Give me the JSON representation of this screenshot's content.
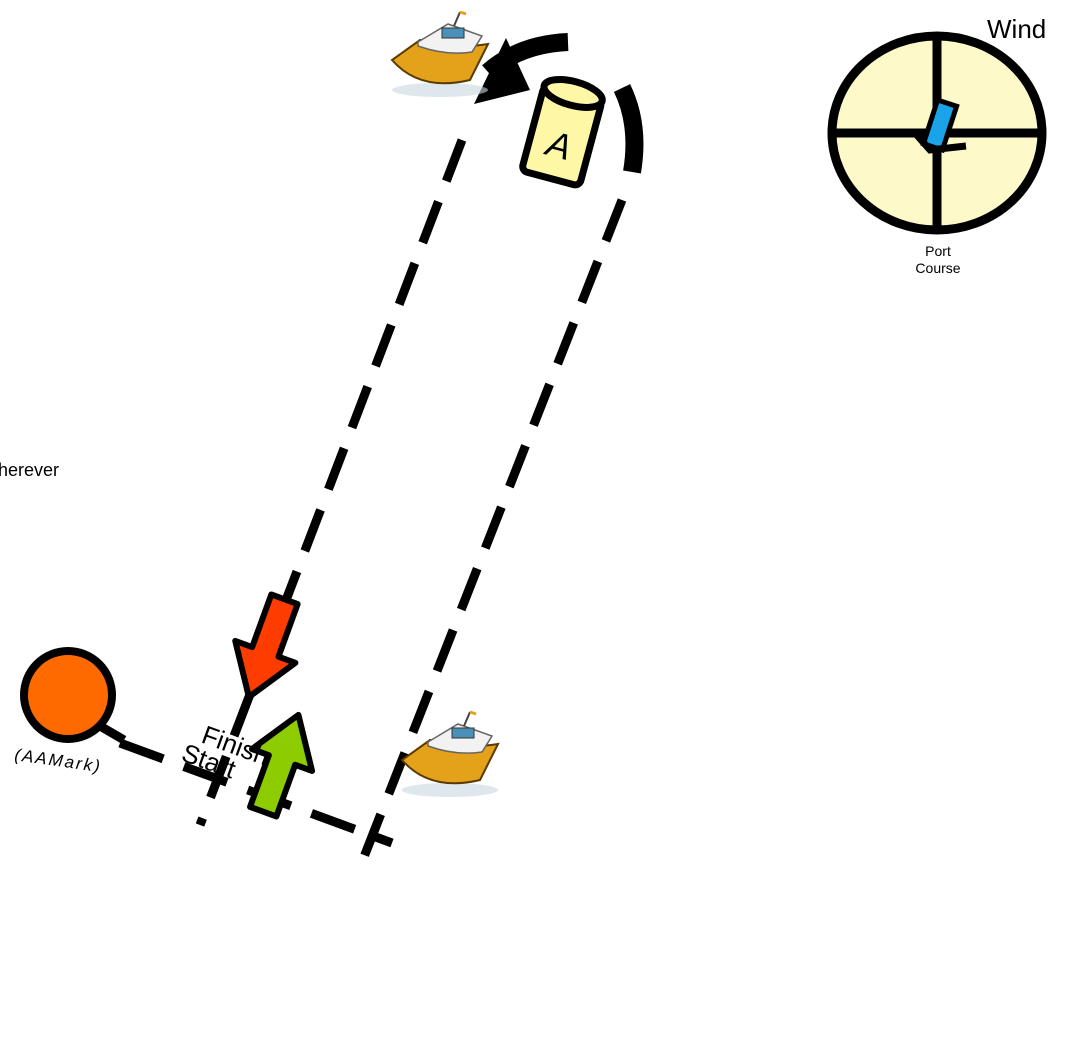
{
  "compass": {
    "wind_label": "Wind",
    "port_label": "Port",
    "course_label": "Course"
  },
  "mark_a": {
    "letter": "A"
  },
  "start_finish": {
    "finish_label": "Finish",
    "start_label": "Start",
    "pin_label": "(AAMark)"
  },
  "side_text": "herever",
  "colors": {
    "mark_a_fill": "#fdf7a6",
    "compass_fill": "#fdf9c8",
    "pin_fill": "#ff6a00",
    "finish_arrow": "#ff3c00",
    "start_arrow": "#8ccc00",
    "wind_indicator": "#1aa3e8"
  }
}
